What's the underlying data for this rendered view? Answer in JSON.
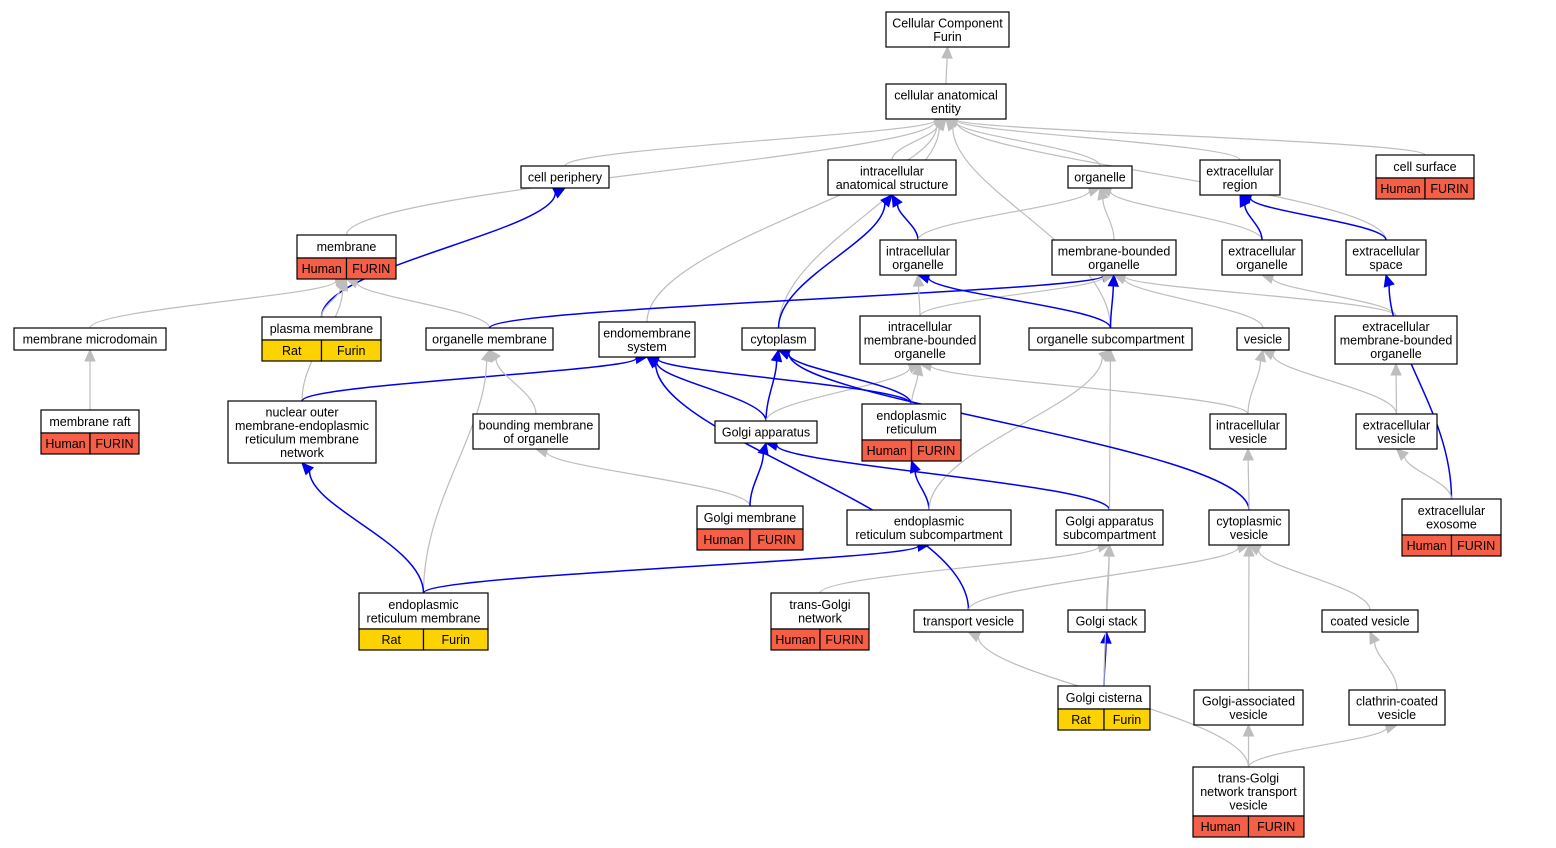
{
  "nodes": {
    "root": {
      "lines": [
        "Cellular Component",
        "Furin"
      ]
    },
    "cae": {
      "lines": [
        "cellular anatomical",
        "entity"
      ]
    },
    "cell_surface": {
      "lines": [
        "cell surface"
      ],
      "footer": [
        "Human",
        "FURIN"
      ],
      "color": "#f65f47"
    },
    "cell_periphery": {
      "lines": [
        "cell periphery"
      ]
    },
    "ias": {
      "lines": [
        "intracellular",
        "anatomical structure"
      ]
    },
    "organelle": {
      "lines": [
        "organelle"
      ]
    },
    "ext_region": {
      "lines": [
        "extracellular",
        "region"
      ]
    },
    "membrane": {
      "lines": [
        "membrane"
      ],
      "footer": [
        "Human",
        "FURIN"
      ],
      "color": "#f65f47"
    },
    "ic_org": {
      "lines": [
        "intracellular",
        "organelle"
      ]
    },
    "mbo": {
      "lines": [
        "membrane-bounded",
        "organelle"
      ]
    },
    "ec_org": {
      "lines": [
        "extracellular",
        "organelle"
      ]
    },
    "ec_space": {
      "lines": [
        "extracellular",
        "space"
      ]
    },
    "mem_micro": {
      "lines": [
        "membrane microdomain"
      ]
    },
    "plasma_mem": {
      "lines": [
        "plasma membrane"
      ],
      "footer": [
        "Rat",
        "Furin"
      ],
      "color": "#fcd201"
    },
    "org_mem": {
      "lines": [
        "organelle membrane"
      ]
    },
    "endomem": {
      "lines": [
        "endomembrane",
        "system"
      ]
    },
    "cytoplasm": {
      "lines": [
        "cytoplasm"
      ]
    },
    "icmbo": {
      "lines": [
        "intracellular",
        "membrane-bounded",
        "organelle"
      ]
    },
    "org_subcomp": {
      "lines": [
        "organelle subcompartment"
      ]
    },
    "vesicle": {
      "lines": [
        "vesicle"
      ]
    },
    "ecmbo": {
      "lines": [
        "extracellular",
        "membrane-bounded",
        "organelle"
      ]
    },
    "mem_raft": {
      "lines": [
        "membrane raft"
      ],
      "footer": [
        "Human",
        "FURIN"
      ],
      "color": "#f65f47"
    },
    "nuc_outer": {
      "lines": [
        "nuclear outer",
        "membrane-endoplasmic",
        "reticulum membrane",
        "network"
      ]
    },
    "bound_mem": {
      "lines": [
        "bounding membrane",
        "of organelle"
      ]
    },
    "golgi_app": {
      "lines": [
        "Golgi apparatus"
      ]
    },
    "er": {
      "lines": [
        "endoplasmic",
        "reticulum"
      ],
      "footer": [
        "Human",
        "FURIN"
      ],
      "color": "#f65f47"
    },
    "ic_vesicle": {
      "lines": [
        "intracellular",
        "vesicle"
      ]
    },
    "ec_vesicle": {
      "lines": [
        "extracellular",
        "vesicle"
      ]
    },
    "golgi_mem": {
      "lines": [
        "Golgi membrane"
      ],
      "footer": [
        "Human",
        "FURIN"
      ],
      "color": "#f65f47"
    },
    "er_subcomp": {
      "lines": [
        "endoplasmic",
        "reticulum subcompartment"
      ]
    },
    "golgi_subcomp": {
      "lines": [
        "Golgi apparatus",
        "subcompartment"
      ]
    },
    "cyto_vesicle": {
      "lines": [
        "cytoplasmic",
        "vesicle"
      ]
    },
    "ec_exosome": {
      "lines": [
        "extracellular",
        "exosome"
      ],
      "footer": [
        "Human",
        "FURIN"
      ],
      "color": "#f65f47"
    },
    "er_mem": {
      "lines": [
        "endoplasmic",
        "reticulum membrane"
      ],
      "footer": [
        "Rat",
        "Furin"
      ],
      "color": "#fcd201"
    },
    "tgn": {
      "lines": [
        "trans-Golgi",
        "network"
      ],
      "footer": [
        "Human",
        "FURIN"
      ],
      "color": "#f65f47"
    },
    "transport_ves": {
      "lines": [
        "transport vesicle"
      ]
    },
    "golgi_stack": {
      "lines": [
        "Golgi stack"
      ]
    },
    "coated_ves": {
      "lines": [
        "coated vesicle"
      ]
    },
    "golgi_cist": {
      "lines": [
        "Golgi cisterna"
      ],
      "footer": [
        "Rat",
        "Furin"
      ],
      "color": "#fcd201"
    },
    "golgi_assoc": {
      "lines": [
        "Golgi-associated",
        "vesicle"
      ]
    },
    "clathrin": {
      "lines": [
        "clathrin-coated",
        "vesicle"
      ]
    },
    "tgn_tv": {
      "lines": [
        "trans-Golgi",
        "network transport",
        "vesicle"
      ],
      "footer": [
        "Human",
        "FURIN"
      ],
      "color": "#f65f47"
    }
  },
  "edges": [
    {
      "from": "cae",
      "to": "root",
      "type": "is_a"
    },
    {
      "from": "cell_surface",
      "to": "cae",
      "type": "is_a"
    },
    {
      "from": "cell_periphery",
      "to": "cae",
      "type": "is_a"
    },
    {
      "from": "ias",
      "to": "cae",
      "type": "is_a"
    },
    {
      "from": "organelle",
      "to": "cae",
      "type": "is_a"
    },
    {
      "from": "ext_region",
      "to": "cae",
      "type": "is_a"
    },
    {
      "from": "membrane",
      "to": "cae",
      "type": "is_a"
    },
    {
      "from": "endomem",
      "to": "cae",
      "type": "is_a"
    },
    {
      "from": "cytoplasm",
      "to": "cae",
      "type": "is_a"
    },
    {
      "from": "org_subcomp",
      "to": "cae",
      "type": "is_a"
    },
    {
      "from": "ec_space",
      "to": "cae",
      "type": "is_a"
    },
    {
      "from": "ic_org",
      "to": "ias",
      "type": "part_of"
    },
    {
      "from": "cytoplasm",
      "to": "ias",
      "type": "part_of"
    },
    {
      "from": "ic_org",
      "to": "organelle",
      "type": "is_a"
    },
    {
      "from": "mbo",
      "to": "organelle",
      "type": "is_a"
    },
    {
      "from": "ec_org",
      "to": "organelle",
      "type": "is_a"
    },
    {
      "from": "ec_org",
      "to": "ext_region",
      "type": "part_of"
    },
    {
      "from": "ec_space",
      "to": "ext_region",
      "type": "part_of"
    },
    {
      "from": "plasma_mem",
      "to": "cell_periphery",
      "type": "part_of"
    },
    {
      "from": "mem_micro",
      "to": "membrane",
      "type": "is_a"
    },
    {
      "from": "plasma_mem",
      "to": "membrane",
      "type": "is_a"
    },
    {
      "from": "org_mem",
      "to": "membrane",
      "type": "is_a"
    },
    {
      "from": "nuc_outer",
      "to": "membrane",
      "type": "is_a"
    },
    {
      "from": "org_mem",
      "to": "mbo",
      "type": "part_of"
    },
    {
      "from": "icmbo",
      "to": "ic_org",
      "type": "is_a"
    },
    {
      "from": "icmbo",
      "to": "mbo",
      "type": "is_a"
    },
    {
      "from": "org_subcomp",
      "to": "ic_org",
      "type": "part_of"
    },
    {
      "from": "org_subcomp",
      "to": "mbo",
      "type": "part_of"
    },
    {
      "from": "vesicle",
      "to": "mbo",
      "type": "is_a"
    },
    {
      "from": "ecmbo",
      "to": "mbo",
      "type": "is_a"
    },
    {
      "from": "ecmbo",
      "to": "ec_org",
      "type": "is_a"
    },
    {
      "from": "ec_exosome",
      "to": "ec_space",
      "type": "part_of"
    },
    {
      "from": "mem_raft",
      "to": "mem_micro",
      "type": "is_a"
    },
    {
      "from": "nuc_outer",
      "to": "endomem",
      "type": "part_of"
    },
    {
      "from": "bound_mem",
      "to": "org_mem",
      "type": "is_a"
    },
    {
      "from": "er_mem",
      "to": "org_mem",
      "type": "is_a"
    },
    {
      "from": "golgi_app",
      "to": "endomem",
      "type": "part_of"
    },
    {
      "from": "golgi_app",
      "to": "cytoplasm",
      "type": "part_of"
    },
    {
      "from": "golgi_app",
      "to": "icmbo",
      "type": "is_a"
    },
    {
      "from": "er",
      "to": "endomem",
      "type": "part_of"
    },
    {
      "from": "er",
      "to": "cytoplasm",
      "type": "part_of"
    },
    {
      "from": "er",
      "to": "icmbo",
      "type": "is_a"
    },
    {
      "from": "ic_vesicle",
      "to": "icmbo",
      "type": "is_a"
    },
    {
      "from": "ic_vesicle",
      "to": "vesicle",
      "type": "is_a"
    },
    {
      "from": "ec_vesicle",
      "to": "vesicle",
      "type": "is_a"
    },
    {
      "from": "ec_vesicle",
      "to": "ecmbo",
      "type": "is_a"
    },
    {
      "from": "golgi_mem",
      "to": "bound_mem",
      "type": "is_a"
    },
    {
      "from": "golgi_mem",
      "to": "golgi_app",
      "type": "part_of"
    },
    {
      "from": "er_subcomp",
      "to": "er",
      "type": "part_of"
    },
    {
      "from": "er_subcomp",
      "to": "org_subcomp",
      "type": "is_a"
    },
    {
      "from": "golgi_subcomp",
      "to": "golgi_app",
      "type": "part_of"
    },
    {
      "from": "golgi_subcomp",
      "to": "org_subcomp",
      "type": "is_a"
    },
    {
      "from": "cyto_vesicle",
      "to": "cytoplasm",
      "type": "part_of"
    },
    {
      "from": "cyto_vesicle",
      "to": "ic_vesicle",
      "type": "is_a"
    },
    {
      "from": "ec_exosome",
      "to": "ec_vesicle",
      "type": "is_a"
    },
    {
      "from": "er_mem",
      "to": "nuc_outer",
      "type": "part_of"
    },
    {
      "from": "er_mem",
      "to": "er_subcomp",
      "type": "part_of"
    },
    {
      "from": "tgn",
      "to": "golgi_subcomp",
      "type": "is_a"
    },
    {
      "from": "transport_ves",
      "to": "endomem",
      "type": "part_of"
    },
    {
      "from": "transport_ves",
      "to": "cyto_vesicle",
      "type": "is_a"
    },
    {
      "from": "golgi_stack",
      "to": "golgi_subcomp",
      "type": "is_a"
    },
    {
      "from": "coated_ves",
      "to": "cyto_vesicle",
      "type": "is_a"
    },
    {
      "from": "golgi_cist",
      "to": "golgi_stack",
      "type": "part_of"
    },
    {
      "from": "golgi_cist",
      "to": "golgi_subcomp",
      "type": "is_a"
    },
    {
      "from": "golgi_assoc",
      "to": "cyto_vesicle",
      "type": "is_a"
    },
    {
      "from": "clathrin",
      "to": "coated_ves",
      "type": "is_a"
    },
    {
      "from": "tgn_tv",
      "to": "golgi_assoc",
      "type": "is_a"
    },
    {
      "from": "tgn_tv",
      "to": "clathrin",
      "type": "is_a"
    },
    {
      "from": "tgn_tv",
      "to": "transport_ves",
      "type": "is_a"
    }
  ],
  "colors": {
    "is_a": "#bdbdbd",
    "part_of": "#0000ee",
    "human": "#f65f47",
    "rat": "#fcd201"
  }
}
